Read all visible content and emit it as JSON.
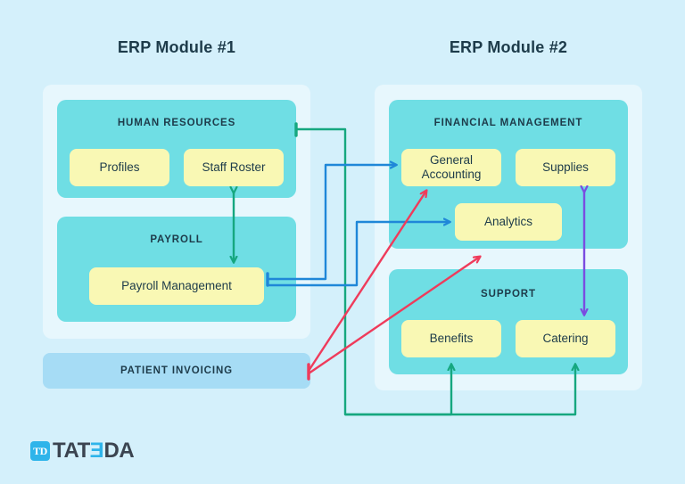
{
  "diagram": {
    "background_color": "#d4f0fb",
    "panel_color": "#e7f7fd",
    "section_color": "#6fdee4",
    "card_color": "#f9f8b4",
    "bar_color": "#a6dcf5",
    "text_color": "#1d3b4a"
  },
  "modules": [
    {
      "id": "left",
      "title": "ERP Module #1"
    },
    {
      "id": "right",
      "title": "ERP Module #2"
    }
  ],
  "sections": {
    "human_resources": {
      "title": "HUMAN RESOURCES",
      "cards": [
        {
          "label": "Profiles"
        },
        {
          "label": "Staff Roster"
        }
      ]
    },
    "payroll": {
      "title": "PAYROLL",
      "cards": [
        {
          "label": "Payroll Management"
        }
      ]
    },
    "financial_management": {
      "title": "FINANCIAL MANAGEMENT",
      "cards": [
        {
          "label": "General Accounting"
        },
        {
          "label": "Supplies"
        },
        {
          "label": "Analytics"
        }
      ]
    },
    "support": {
      "title": "SUPPORT",
      "cards": [
        {
          "label": "Benefits"
        },
        {
          "label": "Catering"
        }
      ]
    }
  },
  "standalone": {
    "patient_invoicing": "PATIENT INVOICING"
  },
  "connectors": {
    "green": "#16a77f",
    "blue": "#1f87d8",
    "red": "#ef3b5b",
    "purple": "#7b4ce0"
  },
  "logo": {
    "mark": "TD",
    "word_part_1": "TAT",
    "word_e_reversed": "E",
    "word_part_2": "E",
    "word_part_3": "DA",
    "full": "TATEEDA"
  }
}
